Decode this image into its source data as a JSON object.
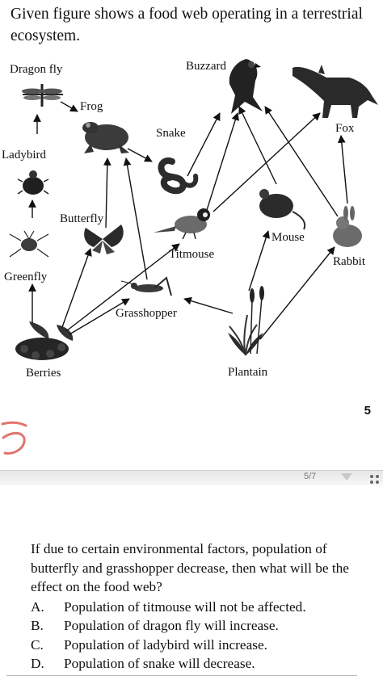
{
  "heading": "Given figure shows a food web operating in a terrestrial ecosystem.",
  "diagram": {
    "labels": {
      "dragonfly": "Dragon fly",
      "buzzard": "Buzzard",
      "frog": "Frog",
      "fox": "Fox",
      "snake": "Snake",
      "ladybird": "Ladybird",
      "butterfly": "Butterfly",
      "mouse": "Mouse",
      "titmouse": "Titmouse",
      "rabbit": "Rabbit",
      "greenfly": "Greenfly",
      "grasshopper": "Grasshopper",
      "berries": "Berries",
      "plantain": "Plantain"
    },
    "icons": {
      "dragonfly": "dragonfly-icon",
      "buzzard": "buzzard-icon",
      "fox": "fox-icon",
      "frog": "frog-icon",
      "snake": "snake-icon",
      "ladybird": "ladybird-icon",
      "butterfly": "butterfly-icon",
      "mouse": "mouse-icon",
      "titmouse": "titmouse-icon",
      "rabbit": "rabbit-icon",
      "greenfly": "greenfly-icon",
      "grasshopper": "grasshopper-icon",
      "berries": "berries-icon",
      "plantain": "plantain-icon"
    }
  },
  "page_number": "5",
  "sheet_counter": "5/7",
  "question": {
    "text": "If due to certain environmental factors, population of butterfly and grasshopper decrease, then what will be the effect on the food web?",
    "options": [
      {
        "letter": "A.",
        "text": "Population of titmouse will not be affected."
      },
      {
        "letter": "B.",
        "text": "Population of dragon fly will increase."
      },
      {
        "letter": "C.",
        "text": "Population of ladybird will increase."
      },
      {
        "letter": "D.",
        "text": "Population of snake will decrease."
      }
    ]
  },
  "colors": {
    "handwriting": "#e0756d",
    "ink": "#111111"
  }
}
